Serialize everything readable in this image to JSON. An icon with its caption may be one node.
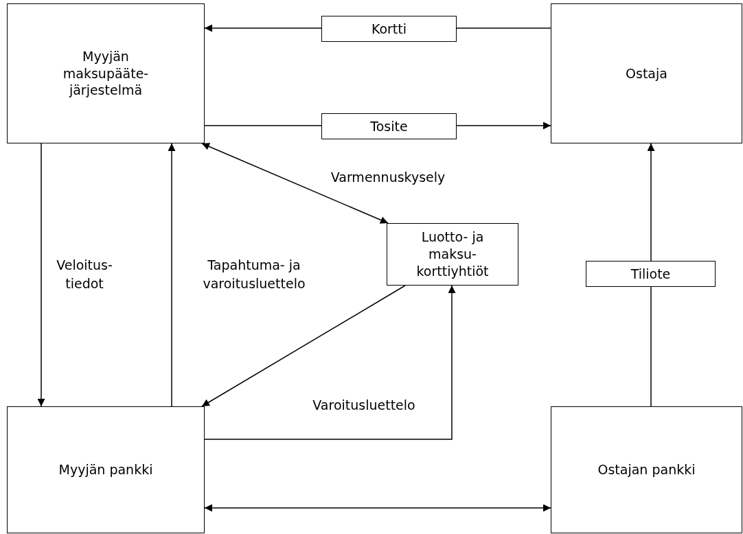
{
  "diagram": {
    "nodes": [
      {
        "text": [
          "Myyjän maksupääte- järjestelmä"
        ]
      },
      {
        "text": [
          "Ostaja"
        ]
      },
      {
        "text": [
          "Kortti"
        ]
      },
      {
        "text": [
          "Tosite"
        ]
      },
      {
        "text": [
          "Luotto- ja maksu- korttiyhtiöt"
        ]
      },
      {
        "text": [
          "Tiliote"
        ]
      },
      {
        "text": [
          "Myyjän pankki"
        ]
      },
      {
        "text": [
          "Ostajan pankki"
        ]
      }
    ],
    "edges": [
      {
        "from": 1,
        "to": 2,
        "arrow": "none"
      },
      {
        "from": 2,
        "to": 0,
        "arrow": "to"
      },
      {
        "from": 0,
        "to": 3,
        "arrow": "none"
      },
      {
        "from": 3,
        "to": 1,
        "arrow": "to"
      },
      {
        "from": 0,
        "to": 4,
        "arrow": "both",
        "label": "Varmennuskysely"
      },
      {
        "from": 0,
        "to": 6,
        "arrow": "to",
        "label": "Veloitus- tiedot"
      },
      {
        "from": 6,
        "to": 0,
        "arrow": "to",
        "label": "Tapahtuma- ja varoitusluettelo"
      },
      {
        "from": 4,
        "to": 6,
        "arrow": "to"
      },
      {
        "from": 6,
        "to": 4,
        "arrow": "to",
        "label": "Varoitusluettelo"
      },
      {
        "from": 7,
        "to": 5,
        "arrow": "none"
      },
      {
        "from": 5,
        "to": 1,
        "arrow": "to"
      },
      {
        "from": 6,
        "to": 7,
        "arrow": "both"
      }
    ]
  }
}
